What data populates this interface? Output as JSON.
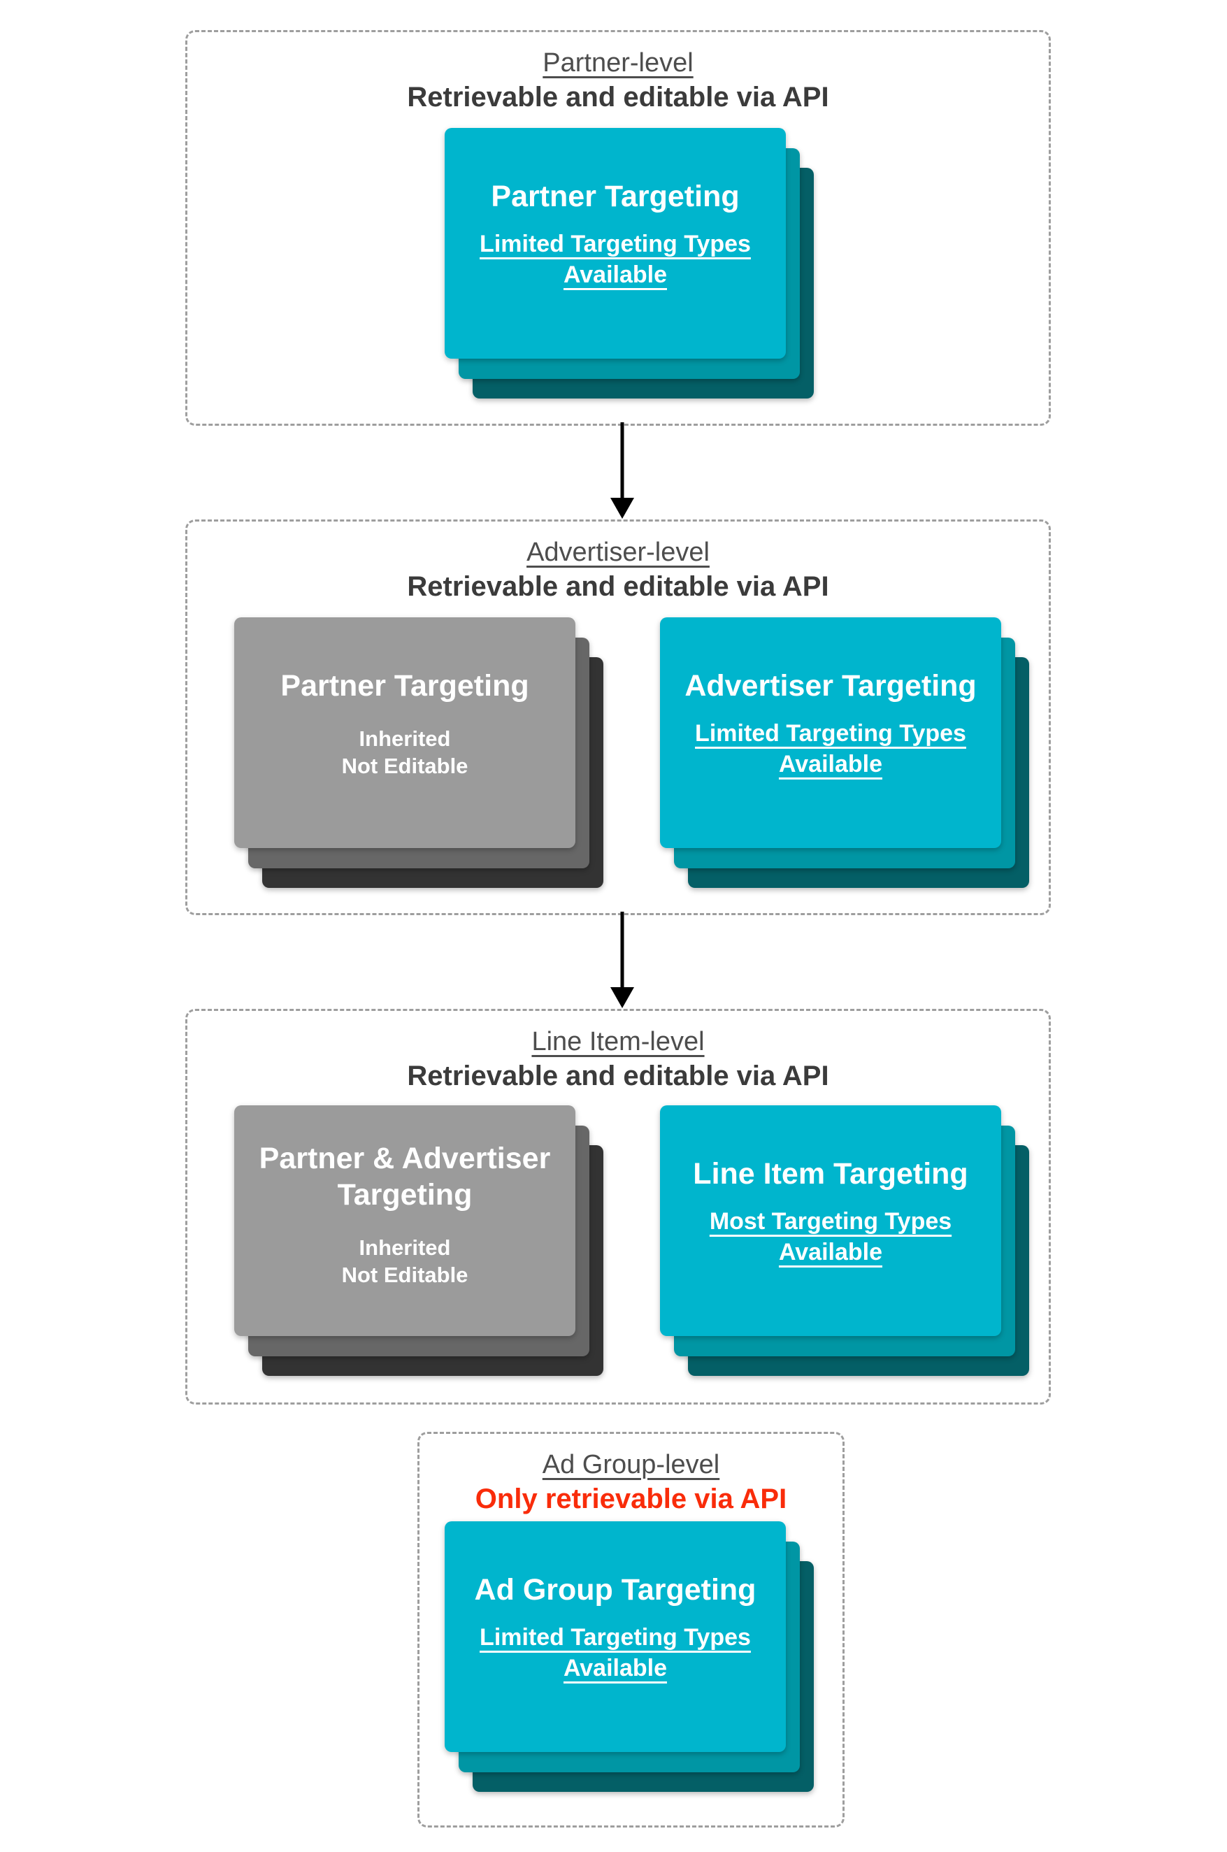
{
  "colors": {
    "background": "#ffffff",
    "teal-front": "#00b5cd",
    "teal-mid": "#0096a4",
    "teal-back": "#045f66",
    "gray-front": "#9b9b9b",
    "gray-mid": "#676767",
    "gray-back": "#333333",
    "title-gray": "#4d4d4d",
    "subtitle-gray": "#3b3b3b",
    "alert-red": "#f92c0a",
    "dash-gray": "#9e9e9e",
    "arrow-black": "#000000",
    "card-text": "#ffffff"
  },
  "sections": [
    {
      "title": "Partner-level",
      "subtitle": "Retrievable and editable via API",
      "stacks": [
        {
          "variant": "teal",
          "title_lines": [
            "Partner Targeting"
          ],
          "subtitle_lines": [
            "Limited Targeting Types",
            "Available"
          ],
          "subtitle_underlined": true
        }
      ]
    },
    {
      "title": "Advertiser-level",
      "subtitle": "Retrievable and editable via API",
      "stacks": [
        {
          "variant": "gray",
          "title_lines": [
            "Partner Targeting"
          ],
          "subtitle_lines": [
            "Inherited",
            "Not Editable"
          ],
          "subtitle_underlined": false
        },
        {
          "variant": "teal",
          "title_lines": [
            "Advertiser Targeting"
          ],
          "subtitle_lines": [
            "Limited Targeting Types",
            "Available"
          ],
          "subtitle_underlined": true
        }
      ]
    },
    {
      "title": "Line Item-level",
      "subtitle": "Retrievable and editable via API",
      "stacks": [
        {
          "variant": "gray",
          "title_lines": [
            "Partner & Advertiser",
            "Targeting"
          ],
          "subtitle_lines": [
            "Inherited",
            "Not Editable"
          ],
          "subtitle_underlined": false
        },
        {
          "variant": "teal",
          "title_lines": [
            "Line Item Targeting"
          ],
          "subtitle_lines": [
            "Most Targeting Types",
            "Available"
          ],
          "subtitle_underlined": true
        }
      ]
    },
    {
      "title": "Ad Group-level",
      "subtitle": "Only retrievable via API",
      "subtitle_alert": true,
      "stacks": [
        {
          "variant": "teal",
          "title_lines": [
            "Ad Group Targeting"
          ],
          "subtitle_lines": [
            "Limited Targeting Types",
            "Available"
          ],
          "subtitle_underlined": true
        }
      ]
    }
  ]
}
